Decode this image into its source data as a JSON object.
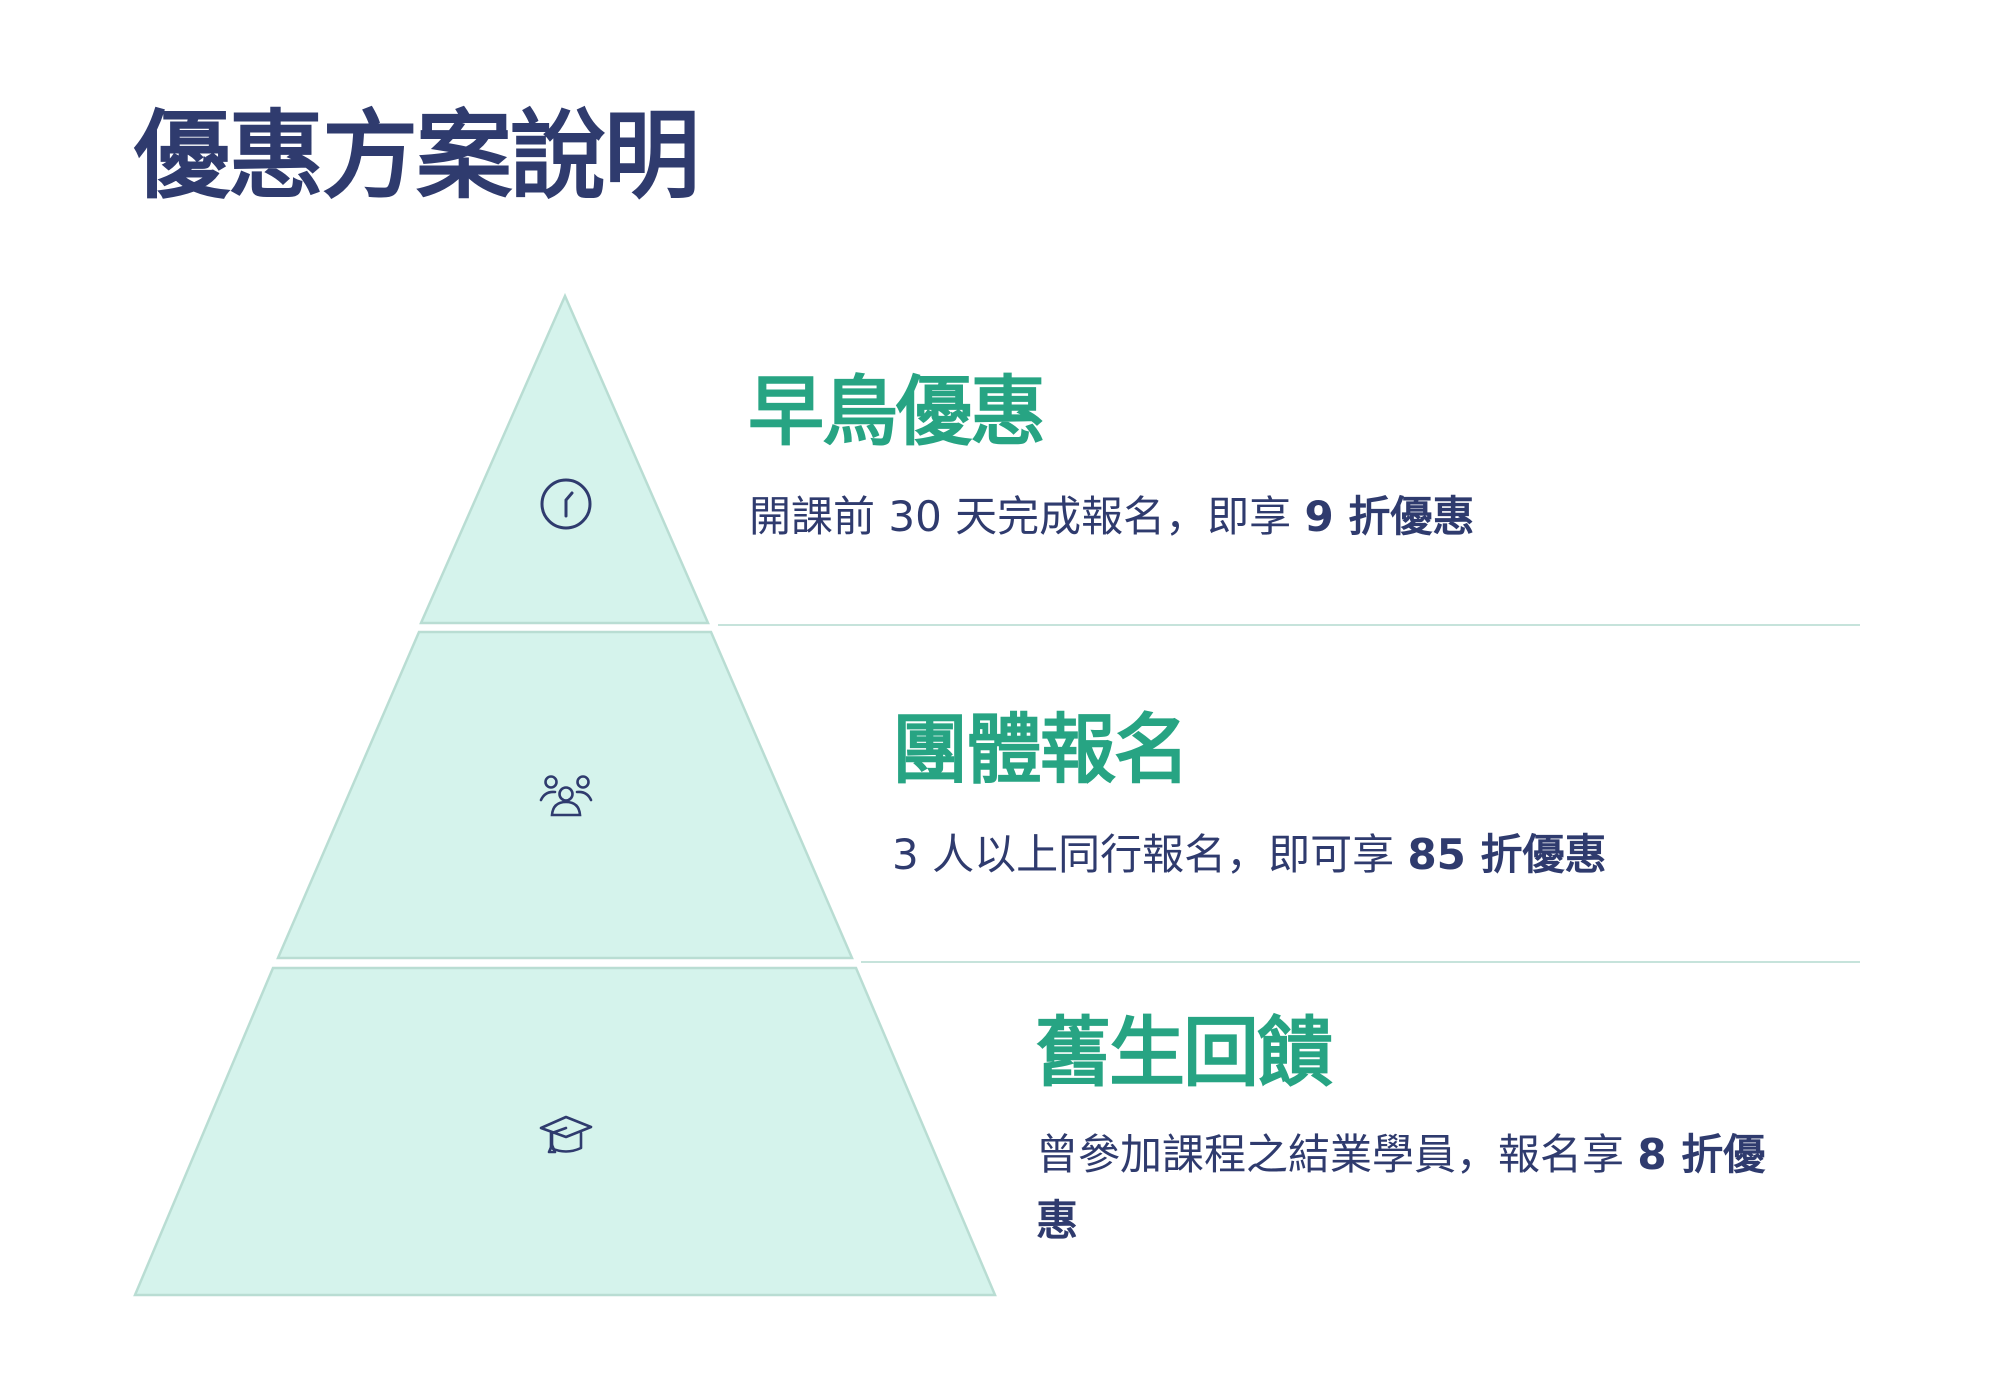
{
  "title": "優惠方案說明",
  "colors": {
    "accent": "#27a483",
    "navy": "#2f3b6e",
    "tier_fill": "#d5f3ec",
    "tier_stroke": "#b9ddd3"
  },
  "tiers": [
    {
      "icon": "clock-icon",
      "heading": "早鳥優惠",
      "desc_plain": "開課前 30 天完成報名，即享 ",
      "desc_bold": "9 折優惠"
    },
    {
      "icon": "people-group-icon",
      "heading": "團體報名",
      "desc_plain": "3 人以上同行報名，即可享 ",
      "desc_bold": "85 折優惠"
    },
    {
      "icon": "graduation-cap-icon",
      "heading": "舊生回饋",
      "desc_plain": "曾參加課程之結業學員，報名享 ",
      "desc_bold": "8 折優惠"
    }
  ]
}
